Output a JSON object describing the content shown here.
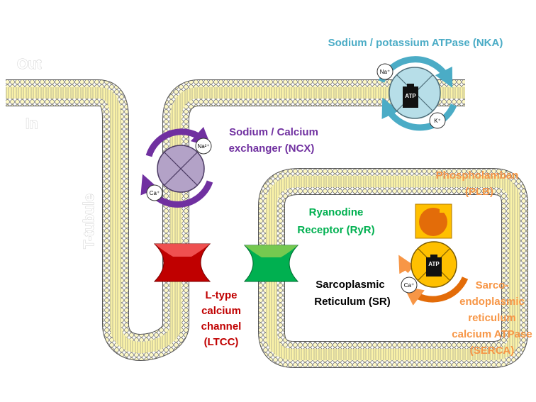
{
  "labels": {
    "out": "Out",
    "in": "In",
    "t_tubule": "T-tubule",
    "nka_title": "Sodium / potassium ATPase (NKA)",
    "ncx_line1": "Sodium / Calcium",
    "ncx_line2": "exchanger (NCX)",
    "ryr_line1": "Ryanodine",
    "ryr_line2": "Receptor (RyR)",
    "plb_line1": "Phospholamban",
    "plb_line2": "(PLB)",
    "sr_line1": "Sarcoplasmic",
    "sr_line2": "Reticulum (SR)",
    "ltcc_line1": "L-type",
    "ltcc_line2": "calcium",
    "ltcc_line3": "channel",
    "ltcc_line4": "(LTCC)",
    "serca_line1": "Sarco-",
    "serca_line2": "endoplasmic",
    "serca_line3": "reticulum",
    "serca_line4": "calcium ATPase",
    "serca_line5": "(SERCA)"
  },
  "ions": {
    "nka_na": "Na⁺",
    "nka_k": "K⁺",
    "ncx_na": "Na²⁺",
    "ncx_ca": "Ca⁺",
    "serca_ca": "Ca⁺"
  },
  "atp_label": "ATP",
  "colors": {
    "nka": "#4bacc6",
    "ncx": "#7030a0",
    "ryr": "#00b050",
    "plb": "#f79646",
    "ltcc": "#c00000",
    "serca": "#f79646",
    "membrane_head": "#fdf8c6",
    "membrane_core": "#fbf3a8",
    "text_dark": "#000000"
  }
}
